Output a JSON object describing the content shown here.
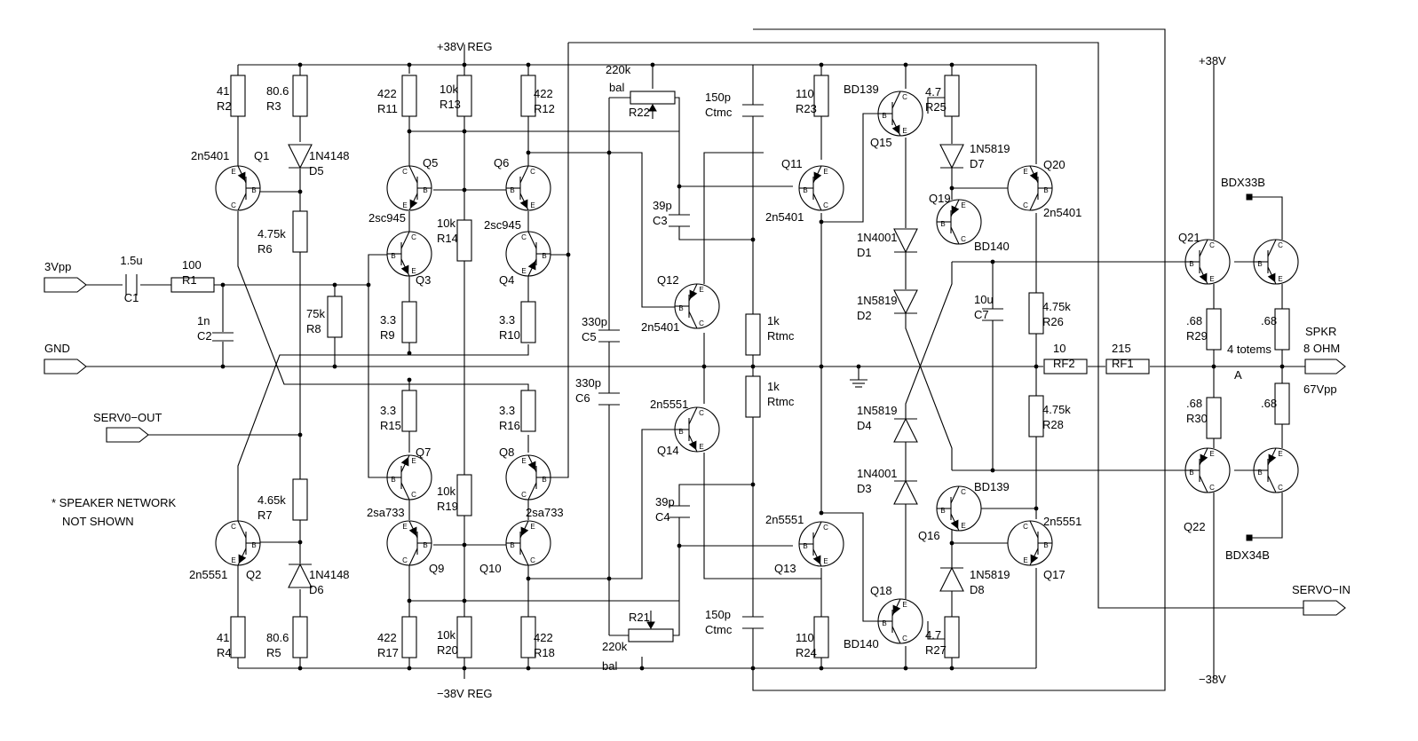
{
  "labels": {
    "rail_pos_reg": "+38V REG",
    "rail_neg_reg": "−38V REG",
    "rail_pos": "+38V",
    "rail_neg": "−38V",
    "gnd": "GND",
    "input": "3Vpp",
    "servo_out": "SERV0−OUT",
    "servo_in": "SERVO−IN",
    "spkr": "SPKR",
    "impedance": "8 OHM",
    "output_level": "67Vpp",
    "node_a": "A",
    "totems": "4 totems",
    "note_line1": "* SPEAKER NETWORK",
    "note_line2": "NOT SHOWN",
    "bal_top": "bal",
    "bal_bot": "bal"
  },
  "components": {
    "R2": {
      "ref": "R2",
      "val": "41"
    },
    "R3": {
      "ref": "R3",
      "val": "80.6"
    },
    "R6": {
      "ref": "R6",
      "val": "4.75k"
    },
    "R7": {
      "ref": "R7",
      "val": "4.65k"
    },
    "R4": {
      "ref": "R4",
      "val": "41"
    },
    "R5": {
      "ref": "R5",
      "val": "80.6"
    },
    "R8": {
      "ref": "R8",
      "val": "75k"
    },
    "R1": {
      "ref": "R1",
      "val": "100"
    },
    "C1": {
      "ref": "C1",
      "val": "1.5u"
    },
    "C2": {
      "ref": "C2",
      "val": "1n"
    },
    "R11": {
      "ref": "R11",
      "val": "422"
    },
    "R13": {
      "ref": "R13",
      "val": "10k"
    },
    "R12": {
      "ref": "R12",
      "val": "422"
    },
    "R14": {
      "ref": "R14",
      "val": "10k"
    },
    "R9": {
      "ref": "R9",
      "val": "3.3"
    },
    "R10": {
      "ref": "R10",
      "val": "3.3"
    },
    "R15": {
      "ref": "R15",
      "val": "3.3"
    },
    "R16": {
      "ref": "R16",
      "val": "3.3"
    },
    "R19": {
      "ref": "R19",
      "val": "10k"
    },
    "R17": {
      "ref": "R17",
      "val": "422"
    },
    "R20": {
      "ref": "R20",
      "val": "10k"
    },
    "R18": {
      "ref": "R18",
      "val": "422"
    },
    "R22": {
      "ref": "R22",
      "val": "220k"
    },
    "R21": {
      "ref": "R21",
      "val": "220k"
    },
    "C3": {
      "ref": "C3",
      "val": "39p"
    },
    "C4": {
      "ref": "C4",
      "val": "39p"
    },
    "C5": {
      "ref": "C5",
      "val": "330p"
    },
    "C6": {
      "ref": "C6",
      "val": "330p"
    },
    "CtmcTop": {
      "ref": "Ctmc",
      "val": "150p"
    },
    "CtmcBot": {
      "ref": "Ctmc",
      "val": "150p"
    },
    "RtmcTop": {
      "ref": "Rtmc",
      "val": "1k"
    },
    "RtmcBot": {
      "ref": "Rtmc",
      "val": "1k"
    },
    "R23": {
      "ref": "R23",
      "val": "110"
    },
    "R24": {
      "ref": "R24",
      "val": "110"
    },
    "R25": {
      "ref": "R25",
      "val": "4.7"
    },
    "R27": {
      "ref": "R27",
      "val": "4.7"
    },
    "R26": {
      "ref": "R26",
      "val": "4.75k"
    },
    "R28": {
      "ref": "R28",
      "val": "4.75k"
    },
    "C7": {
      "ref": "C7",
      "val": "10u"
    },
    "RF2": {
      "ref": "RF2",
      "val": "10"
    },
    "RF1": {
      "ref": "RF1",
      "val": "215"
    },
    "R29": {
      "ref": "R29",
      "val": ".68"
    },
    "R30": {
      "ref": "R30",
      "val": ".68"
    },
    "R29b": {
      "ref": "",
      "val": ".68"
    },
    "R30b": {
      "ref": "",
      "val": ".68"
    },
    "D5": {
      "ref": "D5",
      "val": "1N4148"
    },
    "D6": {
      "ref": "D6",
      "val": "1N4148"
    },
    "D7": {
      "ref": "D7",
      "val": "1N5819"
    },
    "D8": {
      "ref": "D8",
      "val": "1N5819"
    },
    "D1": {
      "ref": "D1",
      "val": "1N4001"
    },
    "D2": {
      "ref": "D2",
      "val": "1N5819"
    },
    "D4": {
      "ref": "D4",
      "val": "1N5819"
    },
    "D3": {
      "ref": "D3",
      "val": "1N4001"
    },
    "Q1": {
      "ref": "Q1",
      "val": "2n5401"
    },
    "Q2": {
      "ref": "Q2",
      "val": "2n5551"
    },
    "Q3": {
      "ref": "Q3",
      "val": ""
    },
    "Q4": {
      "ref": "Q4",
      "val": ""
    },
    "Q5": {
      "ref": "Q5",
      "val": "2sc945"
    },
    "Q6": {
      "ref": "Q6",
      "val": "2sc945"
    },
    "Q7": {
      "ref": "Q7",
      "val": ""
    },
    "Q8": {
      "ref": "Q8",
      "val": ""
    },
    "Q9": {
      "ref": "Q9",
      "val": "2sa733"
    },
    "Q10": {
      "ref": "Q10",
      "val": "2sa733"
    },
    "Q11": {
      "ref": "Q11",
      "val": "2n5401"
    },
    "Q12": {
      "ref": "Q12",
      "val": "2n5401"
    },
    "Q13": {
      "ref": "Q13",
      "val": "2n5551"
    },
    "Q14": {
      "ref": "Q14",
      "val": "2n5551"
    },
    "Q15": {
      "ref": "Q15",
      "val": "BD139"
    },
    "Q16": {
      "ref": "Q16",
      "val": "BD139"
    },
    "Q17": {
      "ref": "Q17",
      "val": "2n5551"
    },
    "Q18": {
      "ref": "Q18",
      "val": "BD140"
    },
    "Q19": {
      "ref": "Q19",
      "val": "BD140"
    },
    "Q20": {
      "ref": "Q20",
      "val": "2n5401"
    },
    "Q21": {
      "ref": "Q21",
      "val": ""
    },
    "Q22": {
      "ref": "Q22",
      "val": ""
    },
    "Q21b": {
      "ref": "",
      "val": "BDX33B"
    },
    "Q22b": {
      "ref": "",
      "val": "BDX34B"
    }
  },
  "pin_letters": {
    "b": "B",
    "c": "C",
    "e": "E"
  }
}
